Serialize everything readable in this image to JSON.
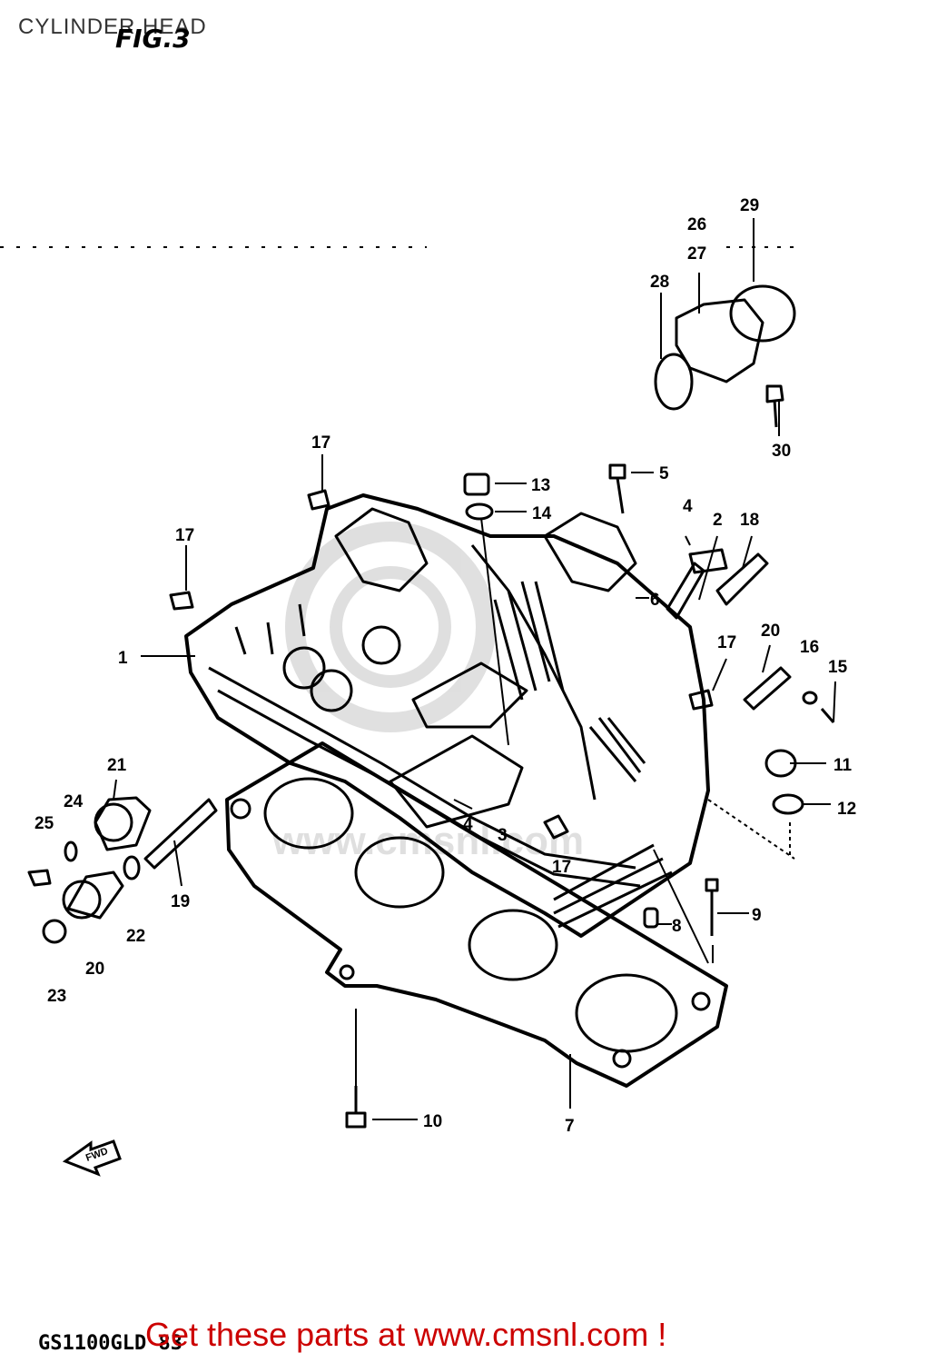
{
  "title": "CYLINDER HEAD",
  "figure_label": "FIG.3",
  "model_code": "GS1100GLD 83",
  "footer_cta": "Get these parts at www.cmsnl.com !",
  "front_arrow_label": "FWD",
  "watermark": "www.cmsnl.com",
  "colors": {
    "cta": "#cc0000",
    "ink": "#000000",
    "title": "#333333"
  },
  "callouts": {
    "n1": "1",
    "n2": "2",
    "n3": "3",
    "n4a": "4",
    "n4b": "4",
    "n5": "5",
    "n6": "6",
    "n7": "7",
    "n8": "8",
    "n9": "9",
    "n10": "10",
    "n11": "11",
    "n12": "12",
    "n13": "13",
    "n14": "14",
    "n15": "15",
    "n16": "16",
    "n17a": "17",
    "n17b": "17",
    "n17c": "17",
    "n17d": "17",
    "n18": "18",
    "n19": "19",
    "n20a": "20",
    "n20b": "20",
    "n21": "21",
    "n22": "22",
    "n23": "23",
    "n24": "24",
    "n25": "25",
    "n26": "26",
    "n27": "27",
    "n28": "28",
    "n29": "29",
    "n30": "30"
  }
}
